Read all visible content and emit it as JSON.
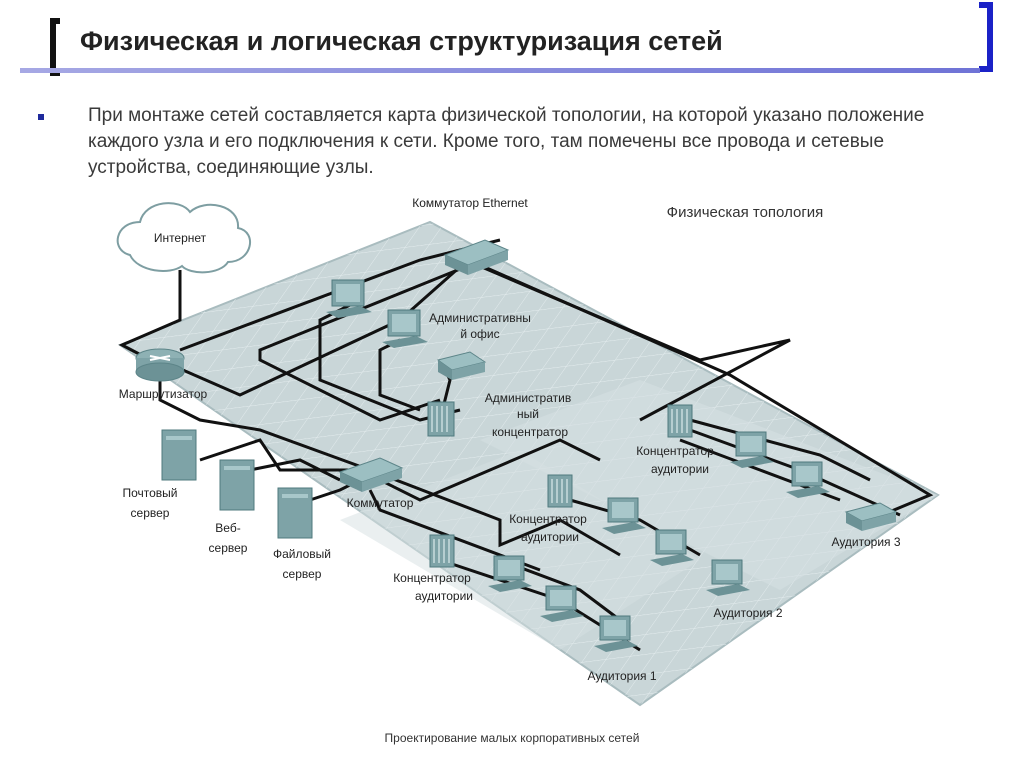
{
  "slide": {
    "title": "Физическая и логическая структуризация сетей",
    "body": "При монтаже сетей составляется карта физической топологии, на которой указано положение каждого узла и его подключения к сети. Кроме того, там помечены все провода и сетевые устройства, соединяющие узлы.",
    "footer": "Проектирование малых корпоративных сетей"
  },
  "diagram": {
    "heading": "Физическая топология",
    "labels": {
      "internet": "Интернет",
      "ethernet_switch": "Коммутатор Ethernet",
      "router": "Маршрутизатор",
      "admin_office_1": "Административны",
      "admin_office_2": "й офис",
      "admin_hub_1": "Административ",
      "admin_hub_2": "ный",
      "admin_hub_3": "концентратор",
      "mail_server_1": "Почтовый",
      "mail_server_2": "сервер",
      "web_server_1": "Веб-",
      "web_server_2": "сервер",
      "file_server_1": "Файловый",
      "file_server_2": "сервер",
      "switch": "Коммутатор",
      "class_hub_a_1": "Концентратор",
      "class_hub_a_2": "аудитории",
      "class_hub_b_1": "Концентратор",
      "class_hub_b_2": "аудитории",
      "class_hub_c_1": "Концентратор",
      "class_hub_c_2": "аудитории",
      "room1": "Аудитория 1",
      "room2": "Аудитория 2",
      "room3": "Аудитория 3"
    }
  },
  "colors": {
    "accent": "#1b22c7",
    "floor": "#c9d6d8",
    "device": "#7fa7ab",
    "cable": "#111111"
  }
}
